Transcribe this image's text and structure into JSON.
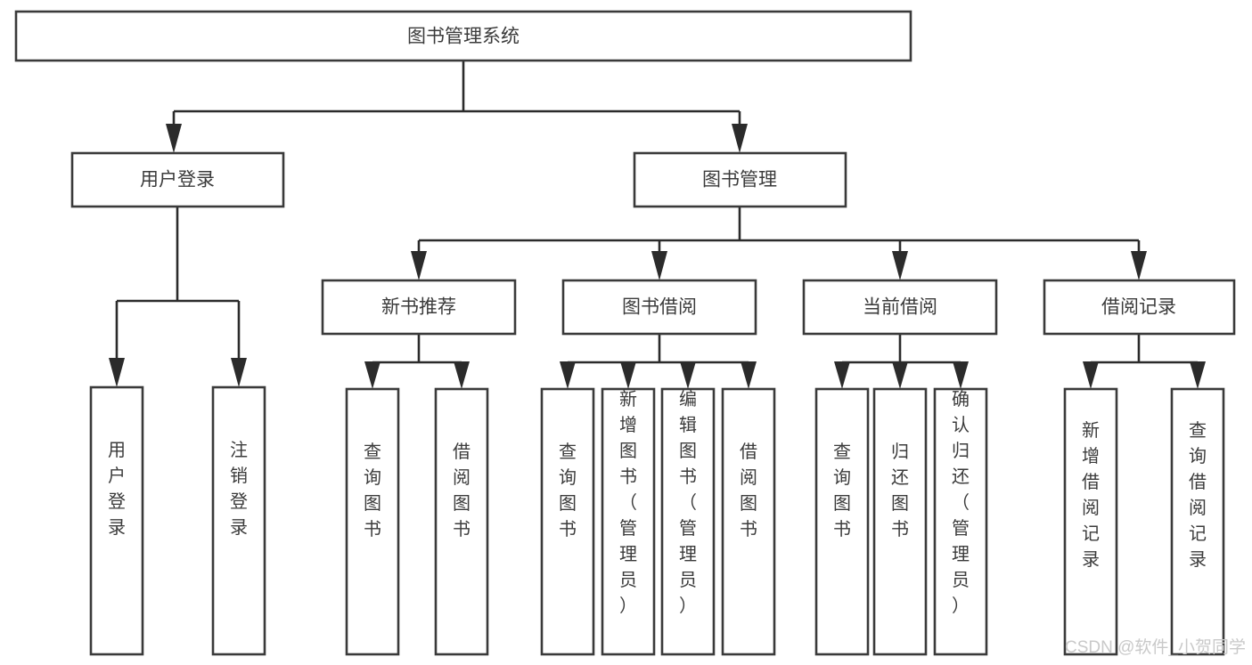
{
  "diagram": {
    "title": "图书管理系统",
    "type": "tree-hierarchy-diagram",
    "background_color": "#ffffff",
    "box_stroke_color": "#3a3a3a",
    "text_color": "#3b3b3b",
    "connector_color": "#2b2b2b"
  },
  "nodes": {
    "root": {
      "label": "图书管理系统"
    },
    "level1": [
      {
        "label": "用户登录"
      },
      {
        "label": "图书管理"
      }
    ],
    "level2": [
      {
        "label": "新书推荐"
      },
      {
        "label": "图书借阅"
      },
      {
        "label": "当前借阅"
      },
      {
        "label": "借阅记录"
      }
    ],
    "leaves_user_login": [
      {
        "label": "用户登录"
      },
      {
        "label": "注销登录"
      }
    ],
    "leaves_new_book": [
      {
        "label": "查询图书"
      },
      {
        "label": "借阅图书"
      }
    ],
    "leaves_borrow": [
      {
        "label": "查询图书"
      },
      {
        "label": "新增图书（管理员）"
      },
      {
        "label": "编辑图书（管理员）"
      },
      {
        "label": "借阅图书"
      }
    ],
    "leaves_current": [
      {
        "label": "查询图书"
      },
      {
        "label": "归还图书"
      },
      {
        "label": "确认归还（管理员）"
      }
    ],
    "leaves_record": [
      {
        "label": "新增借阅记录"
      },
      {
        "label": "查询借阅记录"
      }
    ]
  },
  "watermark": {
    "text": "CSDN @软件_小贺同学"
  }
}
